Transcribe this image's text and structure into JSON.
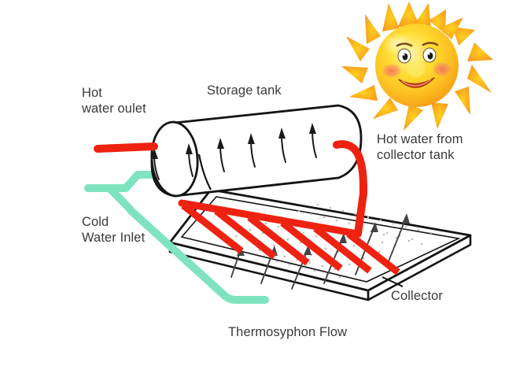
{
  "diagram": {
    "title": "Thermosyphon solar water heater schematic",
    "background_color": "#ffffff",
    "labels": {
      "hot_water_outlet": "Hot\nwater oulet",
      "storage_tank": "Storage tank",
      "hot_water_from_collector": "Hot water from\ncollector tank",
      "cold_water_inlet": "Cold\nWater Inlet",
      "collector": "Collector",
      "thermosyphon_flow": "Thermosyphon Flow"
    },
    "colors": {
      "hot_pipe_red": "#ee2211",
      "cold_pipe_green": "#7fe3c0",
      "outline_black": "#141414",
      "label_text": "#3a3a3a",
      "sun_core": "#ffd21e",
      "sun_rays": "#f9a02a",
      "sun_cheek": "#f2705a",
      "sun_highlight": "#fff2a8",
      "dotted_arrow": "#555555",
      "panel_fill": "#ffffff"
    },
    "components": {
      "sun": {
        "name": "smiling-sun",
        "ray_count": 16,
        "has_face": true,
        "eyes": 2,
        "cheeks": 2,
        "mouth": "smile"
      },
      "storage_tank": {
        "shape": "cylinder",
        "internal_arrow_count": 6,
        "arrow_style": "curved-j-upward"
      },
      "collector": {
        "shape": "tilted-slab",
        "riser_tube_count": 6,
        "riser_color": "#ee2211",
        "flow_arrow_count": 6,
        "flow_arrow_style": "dotted-curved-upward"
      },
      "pipes": [
        {
          "name": "hot-water-outlet-pipe",
          "color": "#ee2211"
        },
        {
          "name": "hot-water-return-pipe",
          "color": "#ee2211"
        },
        {
          "name": "cold-water-inlet-pipe",
          "color": "#7fe3c0"
        },
        {
          "name": "cold-water-downcomer-pipe",
          "color": "#7fe3c0"
        }
      ]
    }
  }
}
